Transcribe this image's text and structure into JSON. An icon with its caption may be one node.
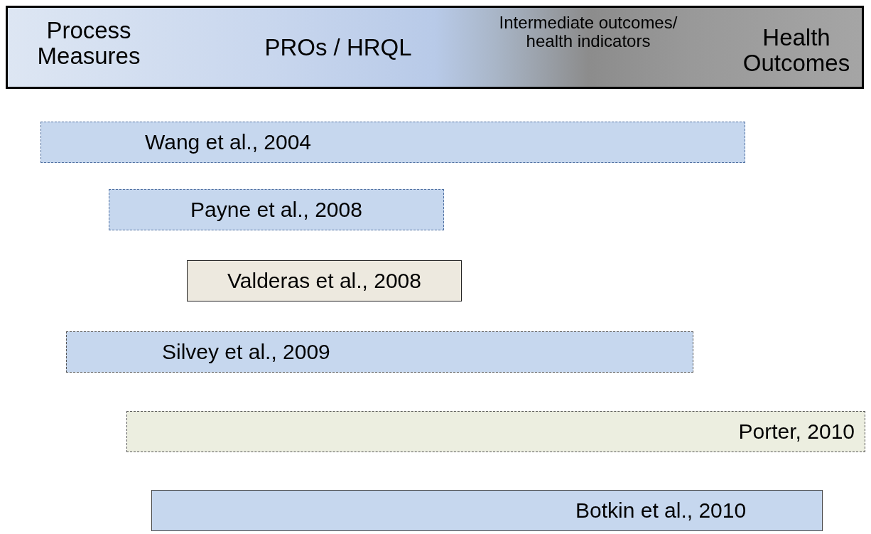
{
  "diagram": {
    "nodes": [
      {
        "text": [
          "Process Measures",
          "PROs / HRQL",
          "Intermediate outcomes/ health indicators",
          "Health Outcomes"
        ]
      },
      {
        "text": [
          "Wang et al., 2004"
        ]
      },
      {
        "text": [
          "Payne et al., 2008"
        ]
      },
      {
        "text": [
          "Valderas et al., 2008"
        ]
      },
      {
        "text": [
          "Silvey et al., 2009"
        ]
      },
      {
        "text": [
          "Porter, 2010"
        ]
      },
      {
        "text": [
          "Botkin et al., 2010"
        ]
      }
    ]
  }
}
